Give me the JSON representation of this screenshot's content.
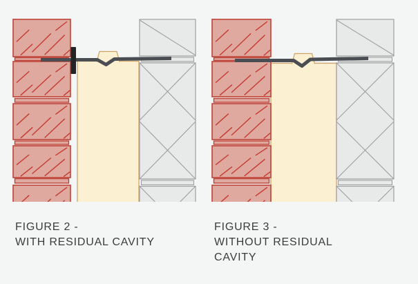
{
  "page": {
    "background_color": "#f4f5f5"
  },
  "figures": [
    {
      "name": "figure-2",
      "caption_lines": [
        "FIGURE 2 -",
        "WITH RESIDUAL CAVITY"
      ],
      "has_residual_cavity": true,
      "has_retaining_clip": true
    },
    {
      "name": "figure-3",
      "caption_lines": [
        "FIGURE 3 -",
        "WITHOUT RESIDUAL",
        "CAVITY"
      ],
      "has_residual_cavity": false,
      "has_retaining_clip": false
    }
  ],
  "colors": {
    "background": "#f4f5f5",
    "brick_fill": "#dfa9a0",
    "brick_border": "#bd4236",
    "brick_hatch": "#c43a30",
    "insulation_fill": "#fcf0d3",
    "insulation_border": "#cfa567",
    "block_fill": "#e8e9e9",
    "block_border": "#9d9fa0",
    "wall_tie": "#4a4e53",
    "retaining_clip": "#232426",
    "caption_text": "#3c3c3d"
  }
}
